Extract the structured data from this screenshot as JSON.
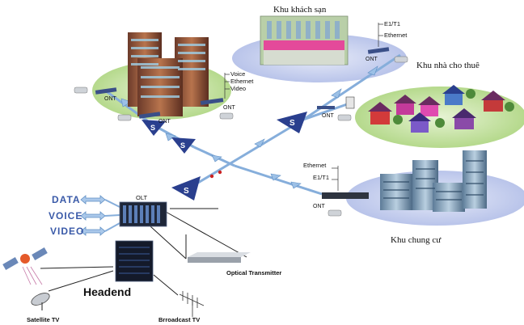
{
  "labels": {
    "hotel": "Khu khách sạn",
    "rental": "Khu nhà cho thuê",
    "apartment": "Khu chung cư",
    "headend": "Headend",
    "satellite": "Satellite TV",
    "broadcast": "Brroadcast TV",
    "optical_tx": "Optical Transmitter",
    "olt": "OLT"
  },
  "services": [
    "DATA",
    "VOICE",
    "VIDEO"
  ],
  "ont": {
    "label": "ONT",
    "office_ports": [
      "Voice",
      "Ethernet",
      "Video"
    ],
    "hotel_ports": [
      "E1/T1",
      "Ethernet"
    ],
    "apartment_ports": [
      "Ethernet",
      "E1/T1"
    ]
  },
  "splitter": "S",
  "colors": {
    "fiber": "#7ea9d8",
    "splitter": "#2a3f8e",
    "zone_blue": "#c7d0ee",
    "zone_green": "#c6e2a4",
    "service_text": "#3a5aa8"
  }
}
